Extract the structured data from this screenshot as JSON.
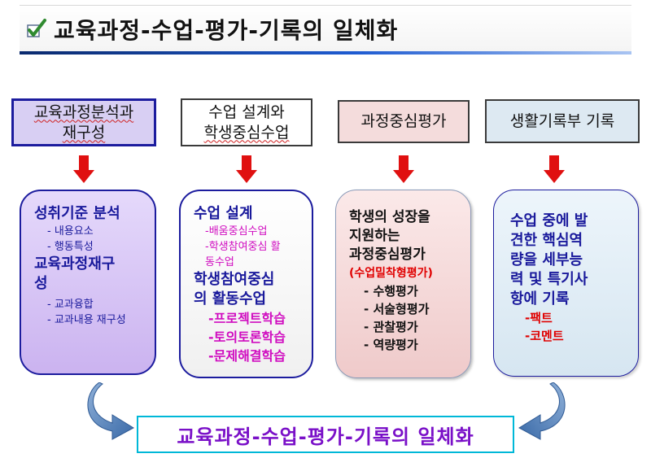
{
  "title": "교육과정-수업-평가-기록의 일체화",
  "columns": [
    {
      "header_lines": [
        "교육과정분석과",
        "재구성"
      ],
      "content": {
        "heading1": "성취기준 분석",
        "items1": [
          "- 내용요소",
          "- 행동특성"
        ],
        "heading2_lines": [
          "교육과정재구",
          "성"
        ],
        "items2": [
          "- 교과융합",
          "- 교과내용 재구성"
        ]
      }
    },
    {
      "header_lines": [
        "수업 설계와",
        "학생중심수업"
      ],
      "content": {
        "heading1": "수업 설계",
        "items1": [
          "-배움중심수업",
          "-학생참여중심 활",
          "동수업"
        ],
        "heading2_lines": [
          "학생참여중심",
          "의 활동수업"
        ],
        "items2": [
          "-프로젝트학습",
          "-토의토론학습",
          "-문제해결학습"
        ]
      }
    },
    {
      "header_lines": [
        "과정중심평가"
      ],
      "content": {
        "heading_lines": [
          "학생의 성장을",
          "지원하는",
          "과정중심평가"
        ],
        "tag": "(수업밀착형평가)",
        "items": [
          "- 수행평가",
          "- 서술형평가",
          "- 관찰평가",
          "- 역량평가"
        ]
      }
    },
    {
      "header_lines": [
        "생활기록부 기록"
      ],
      "content": {
        "text_lines": [
          "수업 중에 발",
          "견한 핵심역",
          "량을 세부능",
          "력 및 특기사",
          "항에 기록"
        ],
        "items": [
          "-팩트",
          "-코멘트"
        ]
      }
    }
  ],
  "footer": "교육과정-수업-평가-기록의 일체화",
  "colors": {
    "title_rule": "#1e5bd1",
    "arrow": "#e01010",
    "box_text": "#1a1a9c",
    "pink_text": "#d00cc0",
    "red_text": "#e00000",
    "footer_text": "#7a10c8",
    "footer_border": "#00b8d8",
    "curve_arrow": "#3a6aa8"
  },
  "icons": [
    "checkmark-icon",
    "down-arrow-icon",
    "curved-arrow-icon"
  ]
}
